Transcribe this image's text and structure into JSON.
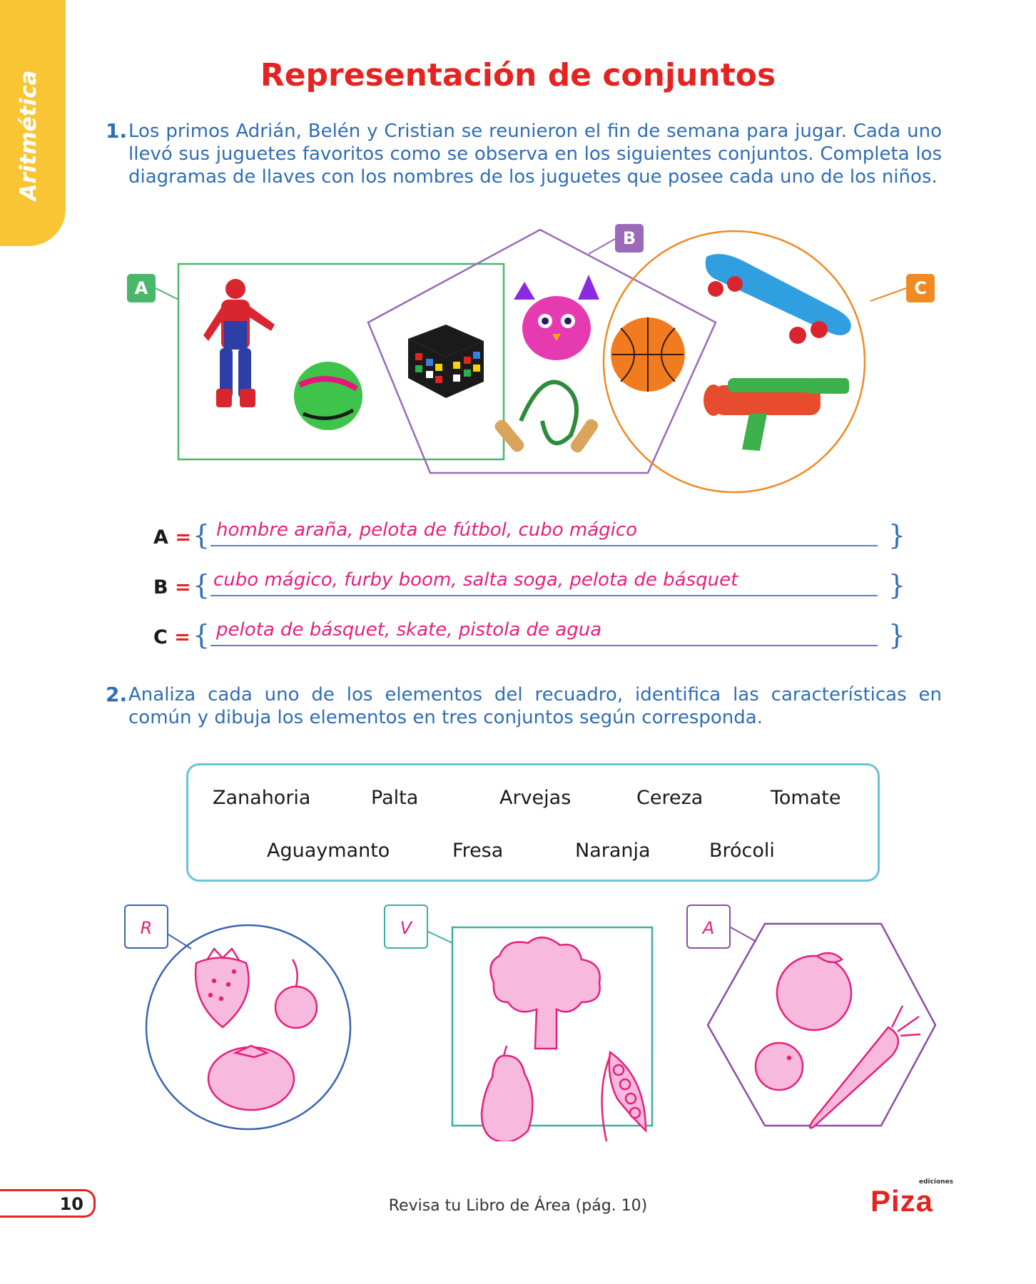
{
  "side_tab": "Aritmética",
  "title": "Representación de conjuntos",
  "q1": {
    "number": "1.",
    "text": "Los primos Adrián, Belén y Cristian se reunieron el fin de semana para jugar. Cada uno llevó sus juguetes favoritos como se observa en los siguientes conjuntos. Completa los diagramas de llaves con los nombres de los juguetes que posee cada uno de los niños.",
    "set_labels": {
      "a": "A",
      "b": "B",
      "c": "C"
    },
    "colors": {
      "a": "#4ab86a",
      "b": "#9a6ab8",
      "c": "#f08a24"
    },
    "toy_icons": [
      "spiderman-figure-icon",
      "soccer-ball-icon",
      "rubiks-cube-icon",
      "furby-icon",
      "jump-rope-icon",
      "basketball-icon",
      "skateboard-icon",
      "water-gun-icon"
    ],
    "answers": [
      {
        "label": "A",
        "eq": "=",
        "open": "{",
        "close": "}",
        "text": "hombre araña, pelota de fútbol, cubo mágico"
      },
      {
        "label": "B",
        "eq": "=",
        "open": "{",
        "close": "}",
        "text": "cubo mágico, furby boom, salta soga, pelota de básquet"
      },
      {
        "label": "C",
        "eq": "=",
        "open": "{",
        "close": "}",
        "text": "pelota de básquet, skate, pistola de agua"
      }
    ]
  },
  "q2": {
    "number": "2.",
    "text": "Analiza cada uno de los elementos del recuadro, identifica las características en común y dibuja los elementos en tres conjuntos según corresponda.",
    "words_row1": [
      "Zanahoria",
      "Palta",
      "Arvejas",
      "Cereza",
      "Tomate"
    ],
    "words_row2": [
      "Aguaymanto",
      "Fresa",
      "Naranja",
      "Brócoli"
    ],
    "sets": [
      {
        "label": "R",
        "shape": "circle",
        "color": "#3a64b0",
        "icons": [
          "strawberry-icon",
          "cherry-icon",
          "tomato-icon"
        ]
      },
      {
        "label": "V",
        "shape": "square",
        "color": "#39b0a0",
        "icons": [
          "broccoli-icon",
          "avocado-icon",
          "pea-pod-icon"
        ]
      },
      {
        "label": "A",
        "shape": "hexagon",
        "color": "#8a4fa6",
        "icons": [
          "orange-icon",
          "goldenberry-icon",
          "carrot-icon"
        ]
      }
    ],
    "drawing_color": "#e5207e",
    "drawing_fill": "#f7b9dc"
  },
  "footer": {
    "page": "10",
    "text": "Revisa tu Libro de Área (pág. 10)",
    "logo_small": "ediciones",
    "logo": "Piza"
  }
}
